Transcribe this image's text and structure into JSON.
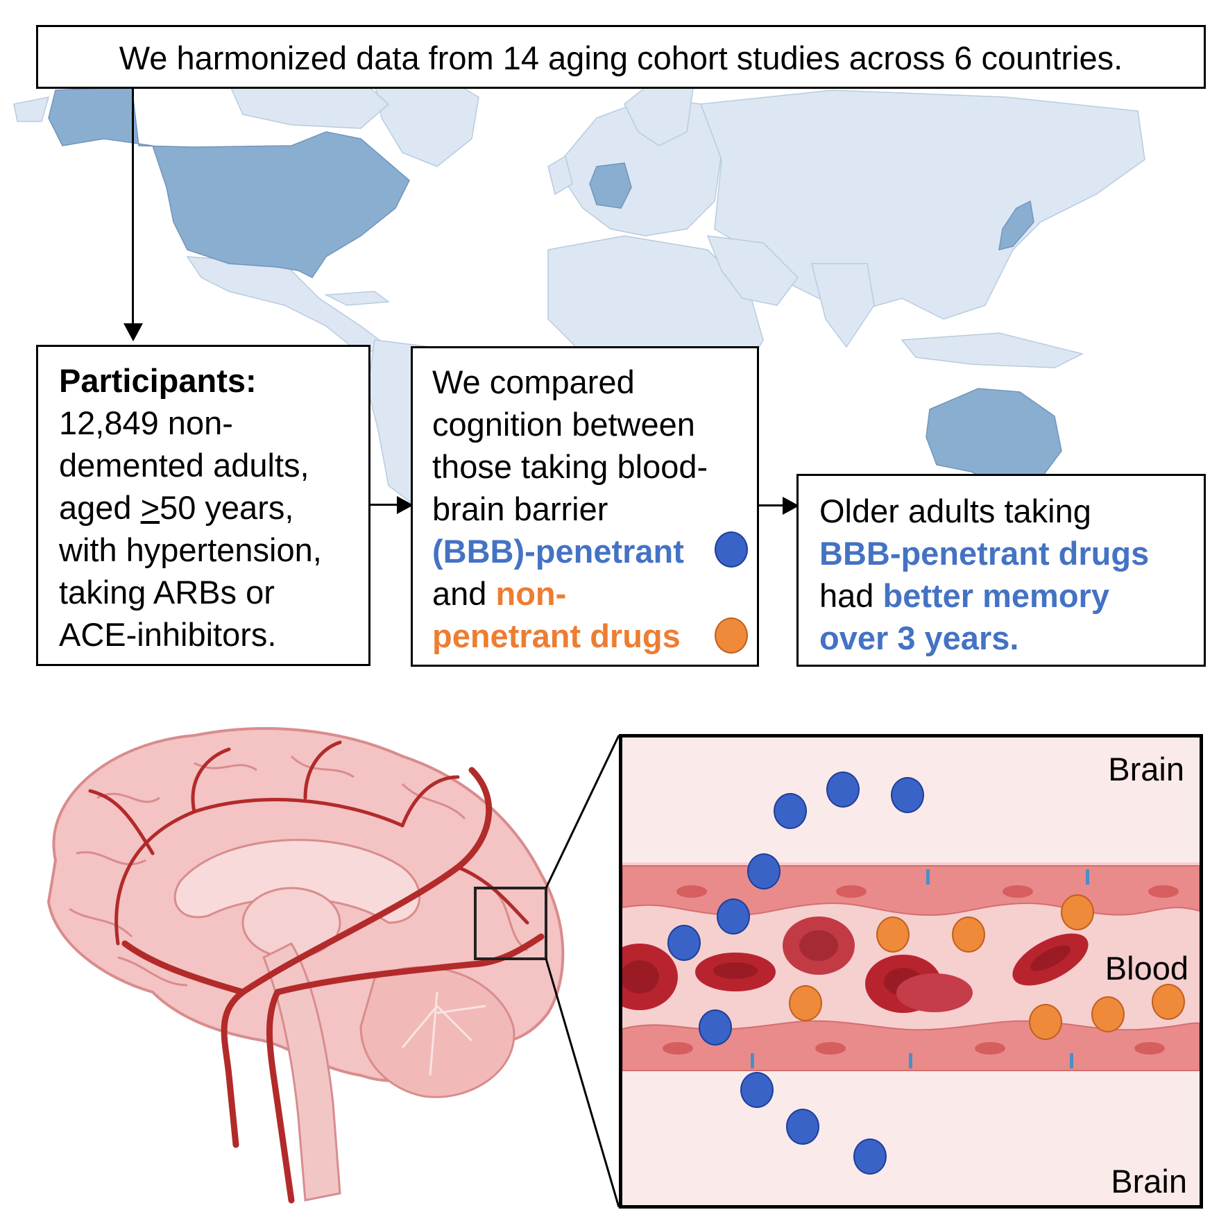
{
  "header": {
    "text": "We harmonized data from 14 aging cohort studies across 6 countries."
  },
  "participants_box": {
    "title": "Participants:",
    "line1": "12,849 non-",
    "line2": "demented adults,",
    "line3_pre": "aged ",
    "line3_ge": ">",
    "line3_post": "50 years,",
    "line4": "with hypertension,",
    "line5": "taking ARBs or",
    "line6": "ACE-inhibitors."
  },
  "compare_box": {
    "line1": "We compared",
    "line2": "cognition between",
    "line3": "those taking blood-",
    "line4": "brain barrier",
    "line5_blue": "(BBB)-penetrant",
    "line6_pre": "and ",
    "line6_orange": "non-",
    "line7_orange": "penetrant drugs"
  },
  "result_box": {
    "line1": "Older adults taking",
    "line2_blue": "BBB-penetrant drugs",
    "line3_pre": "had ",
    "line3_blue": "better memory",
    "line4_blue": "over 3 years."
  },
  "inset": {
    "label_top": "Brain",
    "label_mid": "Blood",
    "label_bottom": "Brain"
  },
  "colors": {
    "penetrant": "#4472c4",
    "non_penetrant": "#ed7d31",
    "map_highlight": "#8aaed0",
    "map_base": "#dce7f3"
  },
  "icons": {
    "penetrant_marker": "blue-circle-icon",
    "non_penetrant_marker": "orange-circle-icon"
  }
}
